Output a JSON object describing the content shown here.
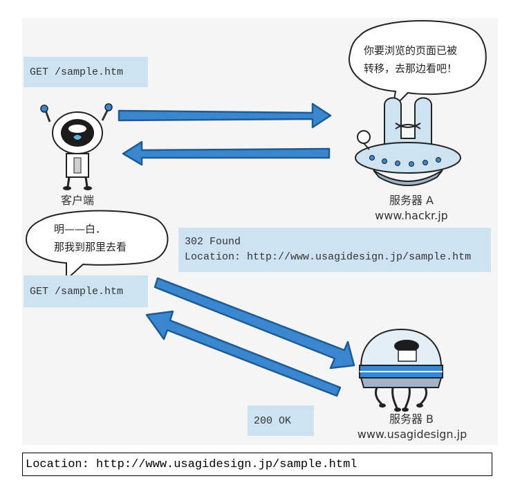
{
  "request_1": "GET /sample.htm",
  "request_2": "GET /sample.htm",
  "response_302": {
    "status": "302 Found",
    "location": "Location: http://www.usagidesign.jp/sample.htm"
  },
  "response_200": "200 OK",
  "client": {
    "label": "客户端"
  },
  "server_a": {
    "name": "服务器 A",
    "host": "www.hackr.jp"
  },
  "server_b": {
    "name": "服务器 B",
    "host": "www.usagidesign.jp"
  },
  "bubble_server": {
    "line1": "你要浏览的页面已被",
    "line2": "转移，去那边看吧！"
  },
  "bubble_client": {
    "line1": "明——白．",
    "line2": "那我到那里去看"
  },
  "footer": "Location: http://www.usagidesign.jp/sample.html",
  "colors": {
    "arrow": "#3a86cf",
    "request_box": "#cde3f1",
    "panel": "#f5f5f5"
  }
}
